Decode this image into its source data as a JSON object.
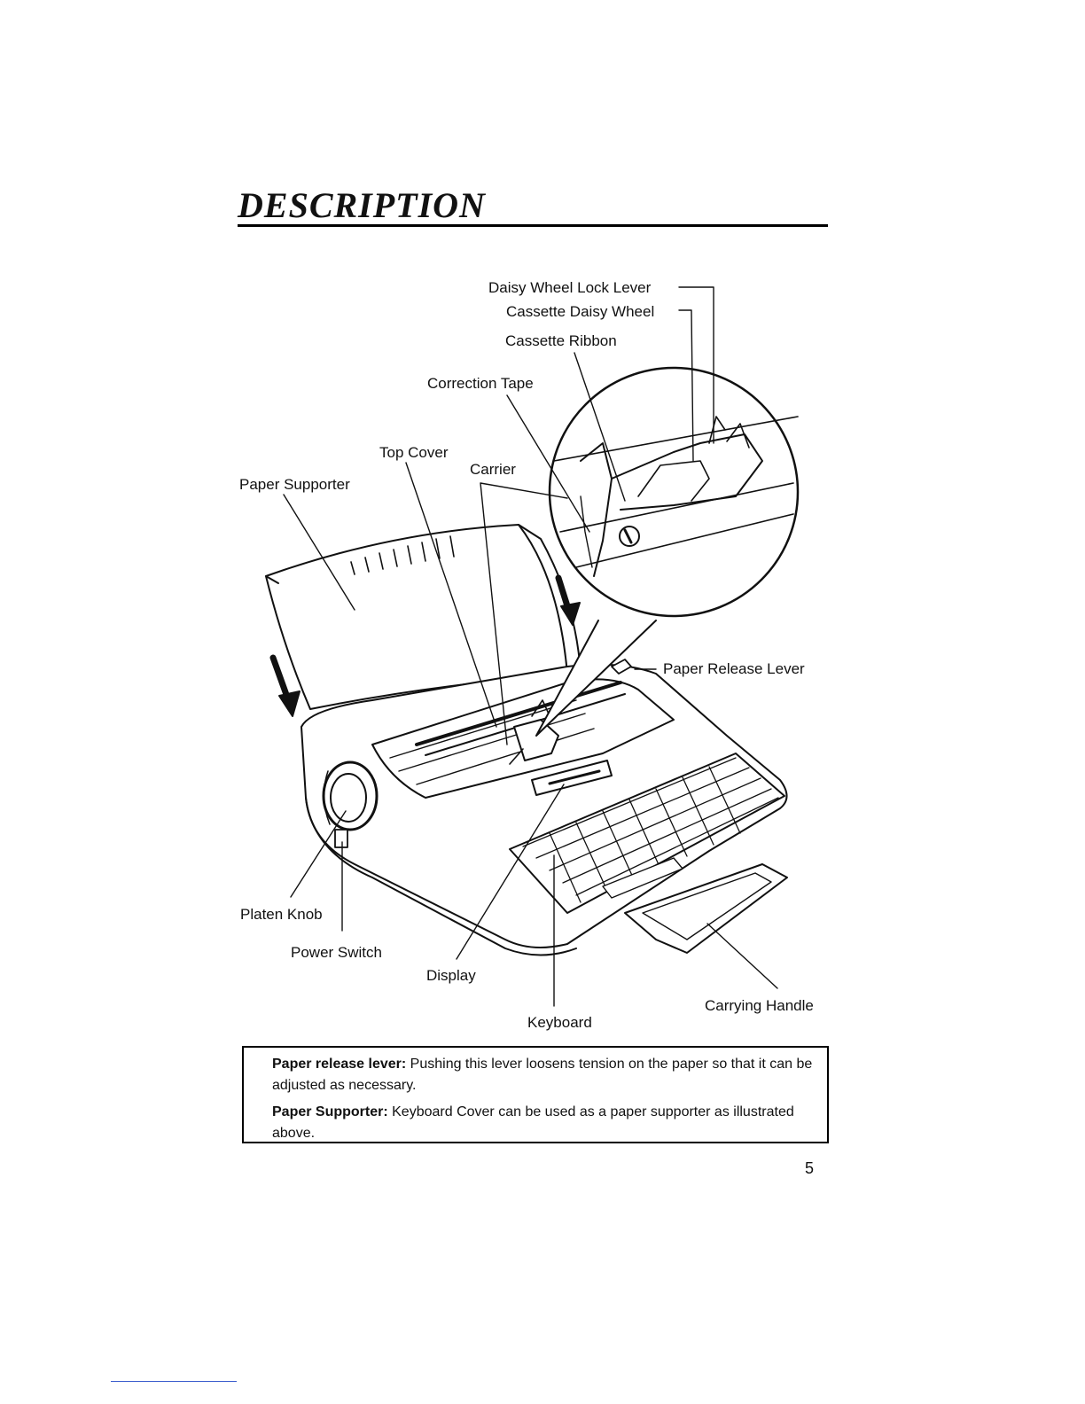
{
  "heading": "DESCRIPTION",
  "labels": {
    "daisy_wheel_lock_lever": "Daisy Wheel Lock Lever",
    "cassette_daisy_wheel": "Cassette Daisy Wheel",
    "cassette_ribbon": "Cassette Ribbon",
    "correction_tape": "Correction Tape",
    "top_cover": "Top Cover",
    "carrier": "Carrier",
    "paper_supporter": "Paper Supporter",
    "paper_release_lever": "Paper Release Lever",
    "platen_knob": "Platen Knob",
    "power_switch": "Power Switch",
    "display": "Display",
    "keyboard": "Keyboard",
    "carrying_handle": "Carrying Handle"
  },
  "notes": [
    {
      "term": "Paper release lever:",
      "text": " Pushing this lever loosens tension on the paper so that it can be adjusted as necessary."
    },
    {
      "term": "Paper Supporter:",
      "text": " Keyboard Cover can be used as a paper supporter as illustrated above."
    }
  ],
  "page_number": "5"
}
